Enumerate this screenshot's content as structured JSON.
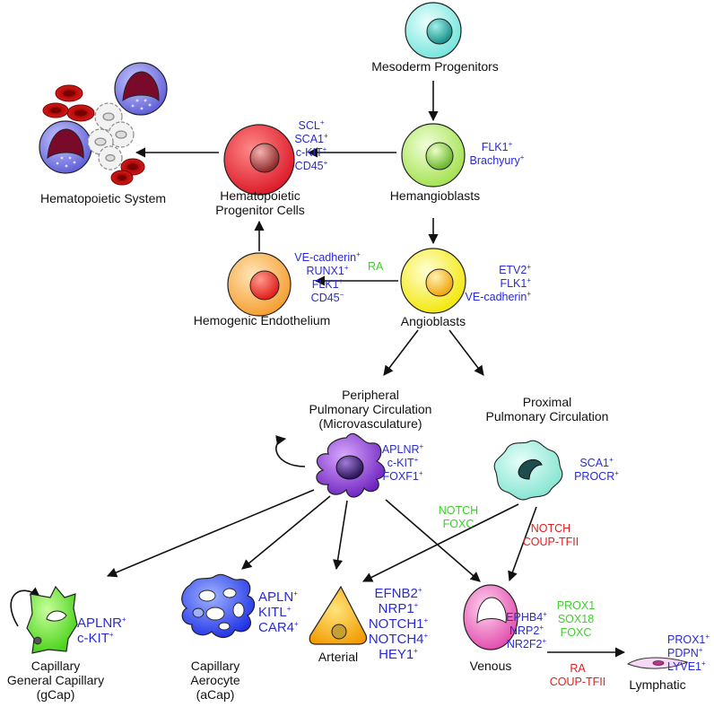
{
  "cells": {
    "mesoderm": {
      "label": "Mesoderm Progenitors"
    },
    "hemangioblasts": {
      "label": "Hemangioblasts",
      "markers": [
        "FLK1+",
        "Brachyury+"
      ]
    },
    "hpc": {
      "label_line1": "Hematopoietic",
      "label_line2": "Progenitor Cells",
      "markers": [
        "SCL+",
        "SCA1+",
        "c-KIT+",
        "CD45+"
      ]
    },
    "hematopoietic_system": {
      "label": "Hematopoietic System"
    },
    "angioblasts": {
      "label": "Angioblasts",
      "markers": [
        "ETV2+",
        "FLK1+",
        "VE-cadherin+"
      ]
    },
    "hemogenic": {
      "label": "Hemogenic Endothelium",
      "markers": [
        "VE-cadherin+",
        "RUNX1+",
        "FLK1+",
        "CD45−"
      ]
    },
    "peripheral": {
      "label_line1": "Peripheral",
      "label_line2": "Pulmonary Circulation",
      "label_line3": "(Microvasculature)",
      "markers": [
        "APLNR+",
        "c-KIT+",
        "FOXF1+"
      ]
    },
    "proximal": {
      "label_line1": "Proximal",
      "label_line2": "Pulmonary Circulation",
      "markers": [
        "SCA1+",
        "PROCR+"
      ]
    },
    "gcap": {
      "label_line1": "Capillary",
      "label_line2": "General Capillary",
      "label_line3": "(gCap)",
      "markers": [
        "APLNR+",
        "c-KIT+"
      ]
    },
    "acap": {
      "label_line1": "Capillary",
      "label_line2": "Aerocyte",
      "label_line3": "(aCap)",
      "markers": [
        "APLN+",
        "KITL+",
        "CAR4+"
      ]
    },
    "arterial": {
      "label": "Arterial",
      "markers": [
        "EFNB2+",
        "NRP1+",
        "NOTCH1+",
        "NOTCH4+",
        "HEY1+"
      ]
    },
    "venous": {
      "label": "Venous",
      "markers": [
        "EPHB4+",
        "NRP2+",
        "NR2F2+"
      ]
    },
    "lymphatic": {
      "label": "Lymphatic",
      "markers": [
        "PROX1+",
        "PDPN+",
        "LYVE1+"
      ]
    }
  },
  "signals": {
    "ra_hemogenic": "RA",
    "notch_foxc": [
      "NOTCH",
      "FOXC"
    ],
    "notch_coup": [
      "NOTCH",
      "COUP-TFII"
    ],
    "prox_sox_foxc": [
      "PROX1",
      "SOX18",
      "FOXC"
    ],
    "ra_coup": [
      "RA",
      "COUP-TFII"
    ]
  },
  "colors": {
    "marker_text": "#2a2ad6",
    "activator_text": "#3fcf2c",
    "repressor_text": "#e02020"
  }
}
